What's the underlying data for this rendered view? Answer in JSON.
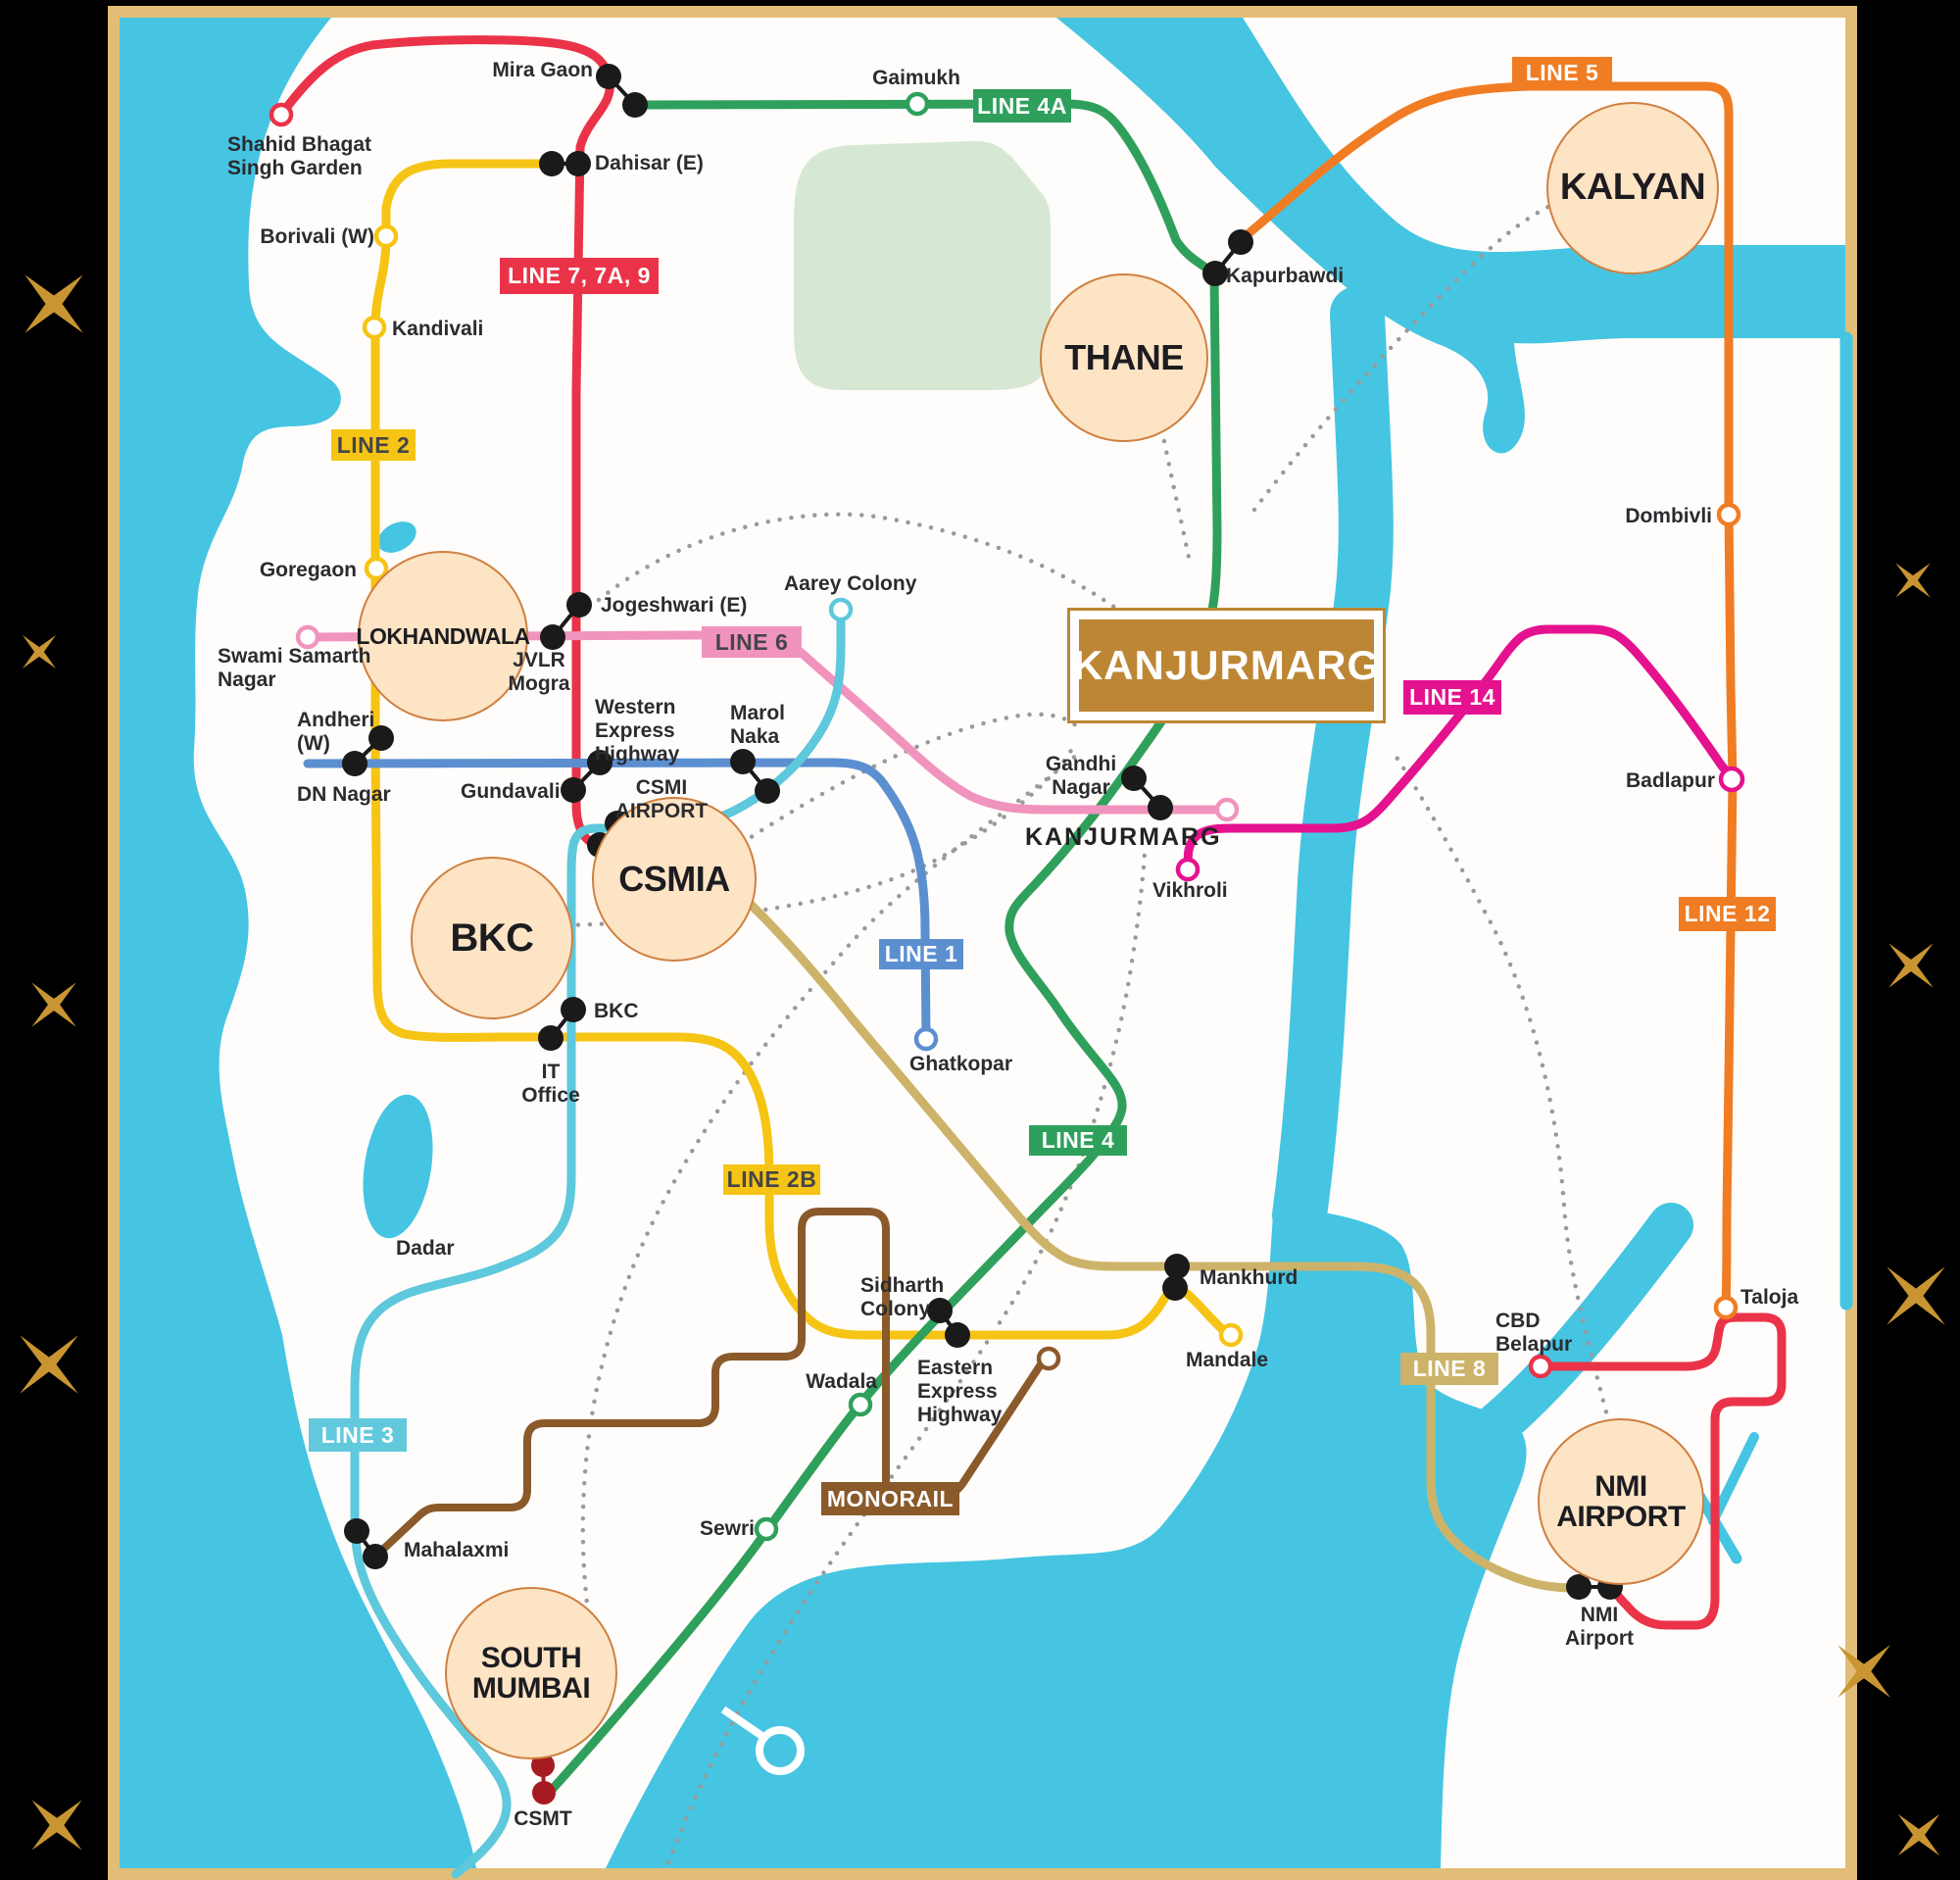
{
  "colors": {
    "frame_gold": "#e2bd78",
    "sparkle_gold": "#c99532",
    "map_bg": "#fffdfb",
    "water": "#45c5e2",
    "park": "#d6e8d4",
    "region_fill": "#fce4c5",
    "region_stroke": "#cf8040",
    "title_box": "#bd8634",
    "line_7_7a_9": "#ea3348",
    "line_2_2b": "#f6c414",
    "line_4_4a": "#2fa05c",
    "line_5_12": "#f07c24",
    "line_6": "#f094be",
    "line_14": "#e5128f",
    "line_1": "#5b8fd0",
    "line_3": "#5ec8dc",
    "line_8": "#cdb36a",
    "monorail": "#8a5a2b",
    "csmt_dot": "#a61b22"
  },
  "title_box": {
    "label": "KANJURMARG"
  },
  "regions": [
    {
      "label": "THANE"
    },
    {
      "label": "KALYAN"
    },
    {
      "label": "LOKHANDWALA"
    },
    {
      "label": "CSMIA"
    },
    {
      "label": "BKC"
    },
    {
      "label": "SOUTH\nMUMBAI"
    },
    {
      "label": "NMI\nAIRPORT"
    }
  ],
  "badges": [
    {
      "label": "LINE 7, 7A, 9",
      "bg": "#ea3348",
      "fg": "#ffffff"
    },
    {
      "label": "LINE 4A",
      "bg": "#2fa05c",
      "fg": "#ffffff"
    },
    {
      "label": "LINE 5",
      "bg": "#f07c24",
      "fg": "#ffffff"
    },
    {
      "label": "LINE 2",
      "bg": "#f6c414",
      "fg": "#454548"
    },
    {
      "label": "LINE 6",
      "bg": "#f094be",
      "fg": "#454548"
    },
    {
      "label": "LINE 14",
      "bg": "#e5128f",
      "fg": "#ffffff"
    },
    {
      "label": "LINE 12",
      "bg": "#f07c24",
      "fg": "#ffffff"
    },
    {
      "label": "LINE 1",
      "bg": "#5b8fd0",
      "fg": "#ffffff"
    },
    {
      "label": "LINE 4",
      "bg": "#2fa05c",
      "fg": "#ffffff"
    },
    {
      "label": "LINE 2B",
      "bg": "#f6c414",
      "fg": "#454548"
    },
    {
      "label": "LINE 8",
      "bg": "#cdb36a",
      "fg": "#ffffff"
    },
    {
      "label": "LINE 3",
      "bg": "#62c9dd",
      "fg": "#ffffff"
    },
    {
      "label": "MONORAIL",
      "bg": "#8a5a2b",
      "fg": "#ffffff"
    }
  ],
  "stations": [
    {
      "label": "Mira Gaon"
    },
    {
      "label": "Shahid Bhagat\nSingh Garden"
    },
    {
      "label": "Dahisar (E)"
    },
    {
      "label": "Borivali (W)"
    },
    {
      "label": "Kandivali"
    },
    {
      "label": "Gaimukh"
    },
    {
      "label": "Kapurbawdi"
    },
    {
      "label": "Goregaon"
    },
    {
      "label": "Swami Samarth\nNagar"
    },
    {
      "label": "Jogeshwari (E)"
    },
    {
      "label": "JVLR\nMogra"
    },
    {
      "label": "Dombivli"
    },
    {
      "label": "Andheri\n(W)"
    },
    {
      "label": "DN Nagar"
    },
    {
      "label": "Western\nExpress\nHighway"
    },
    {
      "label": "Gundavali"
    },
    {
      "label": "CSMI\nAIRPORT"
    },
    {
      "label": "Marol\nNaka"
    },
    {
      "label": "Aarey Colony"
    },
    {
      "label": "Gandhi\nNagar"
    },
    {
      "label": "KANJURMARG"
    },
    {
      "label": "Vikhroli"
    },
    {
      "label": "Badlapur"
    },
    {
      "label": "Ghatkopar"
    },
    {
      "label": "BKC"
    },
    {
      "label": "IT\nOffice"
    },
    {
      "label": "Dadar"
    },
    {
      "label": "Sidharth\nColony"
    },
    {
      "label": "Eastern\nExpress\nHighway"
    },
    {
      "label": "Mankhurd"
    },
    {
      "label": "Mandale"
    },
    {
      "label": "Wadala"
    },
    {
      "label": "Sewri"
    },
    {
      "label": "Mahalaxmi"
    },
    {
      "label": "CBD\nBelapur"
    },
    {
      "label": "Taloja"
    },
    {
      "label": "NMI\nAirport"
    },
    {
      "label": "CSMT"
    }
  ]
}
